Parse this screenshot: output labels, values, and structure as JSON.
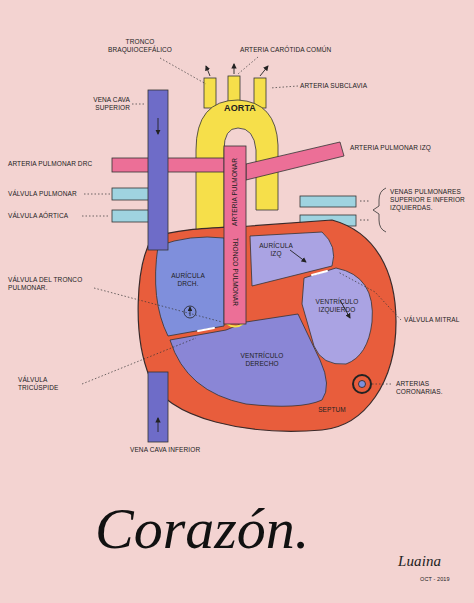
{
  "diagram": {
    "title": "Corazón.",
    "labels": [
      "TRONCO BRAQUIOCEFÁLICO",
      "ARTERIA CARÓTIDA COMÚN",
      "ARTERIA SUBCLAVIA",
      "VENA CAVA SUPERIOR",
      "AORTA",
      "ARTERIA PULMONAR DRC",
      "ARTERIA PULMONAR IZQ",
      "VÁLVULA PULMONAR",
      "VÁLVULA AÓRTICA",
      "ARTERIA PULMONAR",
      "TRONCO PULMONAR",
      "VENAS PULMONARES SUPERIOR E INFERIOR IZQUIERDAS.",
      "AURÍCULA IZQ",
      "AURÍCULA DRCH.",
      "VÁLVULA DEL TRONCO PULMONAR.",
      "VENTRÍCULO IZQUIERDO",
      "VÁLVULA MITRAL",
      "VENTRÍCULO DERECHO",
      "VÁLVULA TRICÚSPIDE",
      "SEPTUM",
      "ARTERIAS CORONARIAS.",
      "VENA CAVA INFERIOR",
      "Luaina",
      "OCT - 2019"
    ]
  }
}
